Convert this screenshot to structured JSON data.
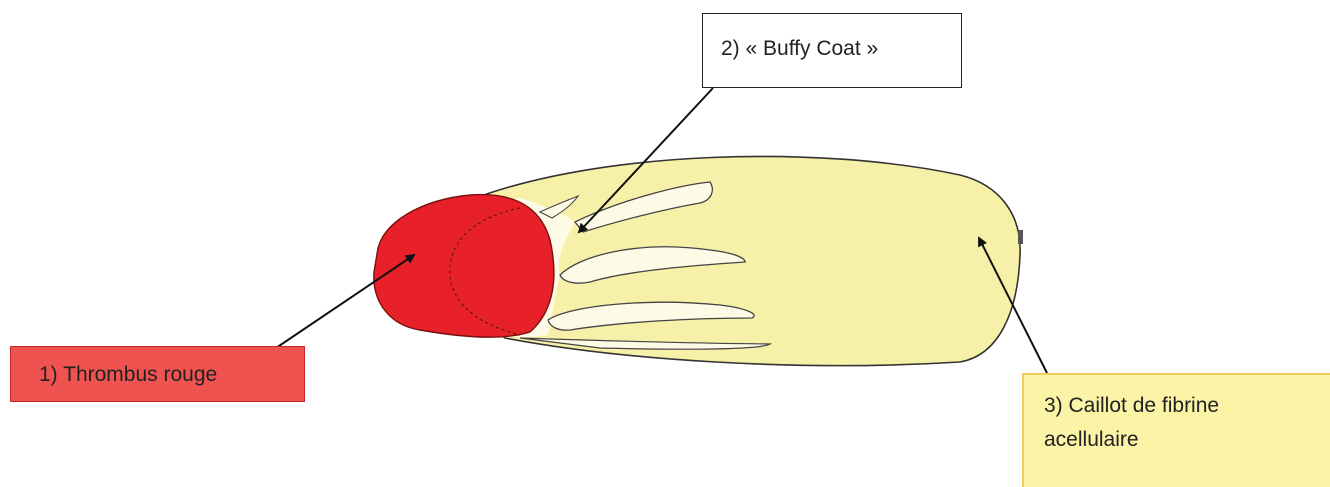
{
  "labels": {
    "red_thrombus": "1) Thrombus rouge",
    "buffy_coat": "2) « Buffy Coat »",
    "fibrin_clot_line1": "3) Caillot de fibrine",
    "fibrin_clot_line2": "acellulaire"
  },
  "colors": {
    "red_thrombus": "#e8202a",
    "clot_body": "#f7f0a8",
    "buffy_coat": "#fdfbe6",
    "label_red": "#ef5350",
    "label_yellow": "#fbf3a6"
  }
}
